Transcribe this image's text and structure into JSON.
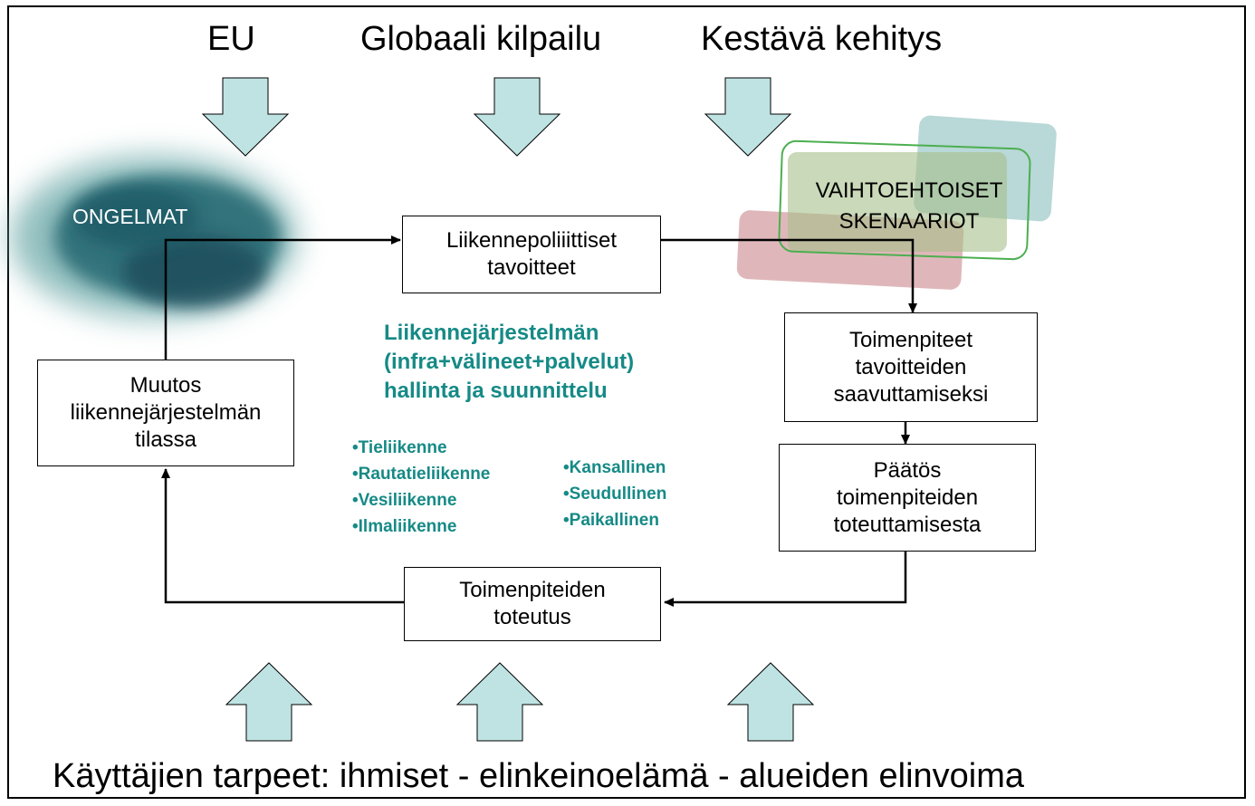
{
  "top_labels": {
    "eu": "EU",
    "globaali": "Globaali kilpailu",
    "kestava": "Kestävä kehitys"
  },
  "cloud_label": "ONGELMAT",
  "scenario_label": [
    "VAIHTOEHTOISET",
    "SKENAARIOT"
  ],
  "boxes": {
    "tavoitteet": [
      "Liikennepoliiittiset",
      "tavoitteet"
    ],
    "muutos": [
      "Muutos",
      "liikennejärjestelmän",
      "tilassa"
    ],
    "toimenpiteet": [
      "Toimenpiteet",
      "tavoitteiden",
      "saavuttamiseksi"
    ],
    "paatos": [
      "Päätös",
      "toimenpiteiden",
      "toteuttamisesta"
    ],
    "toteutus": [
      "Toimenpiteiden",
      "toteutus"
    ]
  },
  "center_heading": [
    "Liikennejärjestelmän",
    "(infra+välineet+palvelut)",
    "hallinta ja suunnittelu"
  ],
  "modes": [
    "•Tieliikenne",
    "•Rautatieliikenne",
    "•Vesiliikenne",
    "•Ilmaliikenne"
  ],
  "levels": [
    "•Kansallinen",
    "•Seudullinen",
    "•Paikallinen"
  ],
  "bottom_label": "Käyttäjien tarpeet:  ihmiset - elinkeinoelämä - alueiden elinvoima",
  "colors": {
    "arrow_fill": "#bfe3e3",
    "teal_text": "#168a86",
    "cloud": "#2f6f78",
    "scenario_green": "#7fb069",
    "scenario_red": "#c9878c",
    "scenario_teal": "#7fb8b8"
  }
}
